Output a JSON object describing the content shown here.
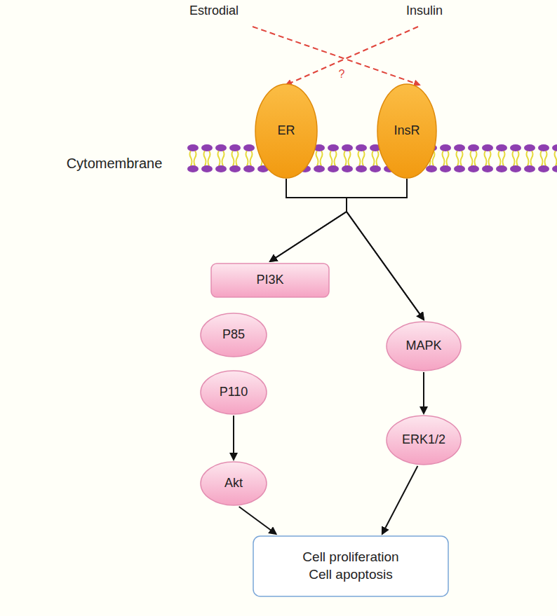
{
  "diagram": {
    "nodes": [
      {
        "text": [
          "ER"
        ]
      },
      {
        "text": [
          "InsR"
        ]
      },
      {
        "text": [
          "PI3K"
        ]
      },
      {
        "text": [
          "P85"
        ]
      },
      {
        "text": [
          "P110"
        ]
      },
      {
        "text": [
          "Akt"
        ]
      },
      {
        "text": [
          "MAPK"
        ]
      },
      {
        "text": [
          "ERK1/2"
        ]
      },
      {
        "text": [
          "Cell proliferation",
          "Cell apoptosis"
        ]
      }
    ],
    "edges": [
      {
        "from": 0,
        "to": 2,
        "arrow": "to"
      },
      {
        "from": 1,
        "to": 2,
        "arrow": "to"
      },
      {
        "from": 0,
        "to": 6,
        "arrow": "to"
      },
      {
        "from": 1,
        "to": 6,
        "arrow": "to"
      },
      {
        "from": 4,
        "to": 5,
        "arrow": "to"
      },
      {
        "from": 6,
        "to": 7,
        "arrow": "to"
      },
      {
        "from": 5,
        "to": 8,
        "arrow": "to"
      },
      {
        "from": 7,
        "to": 8,
        "arrow": "to"
      }
    ],
    "labels": [
      "Estrodial",
      "Insulin",
      "?",
      "Cytomembrane"
    ]
  }
}
